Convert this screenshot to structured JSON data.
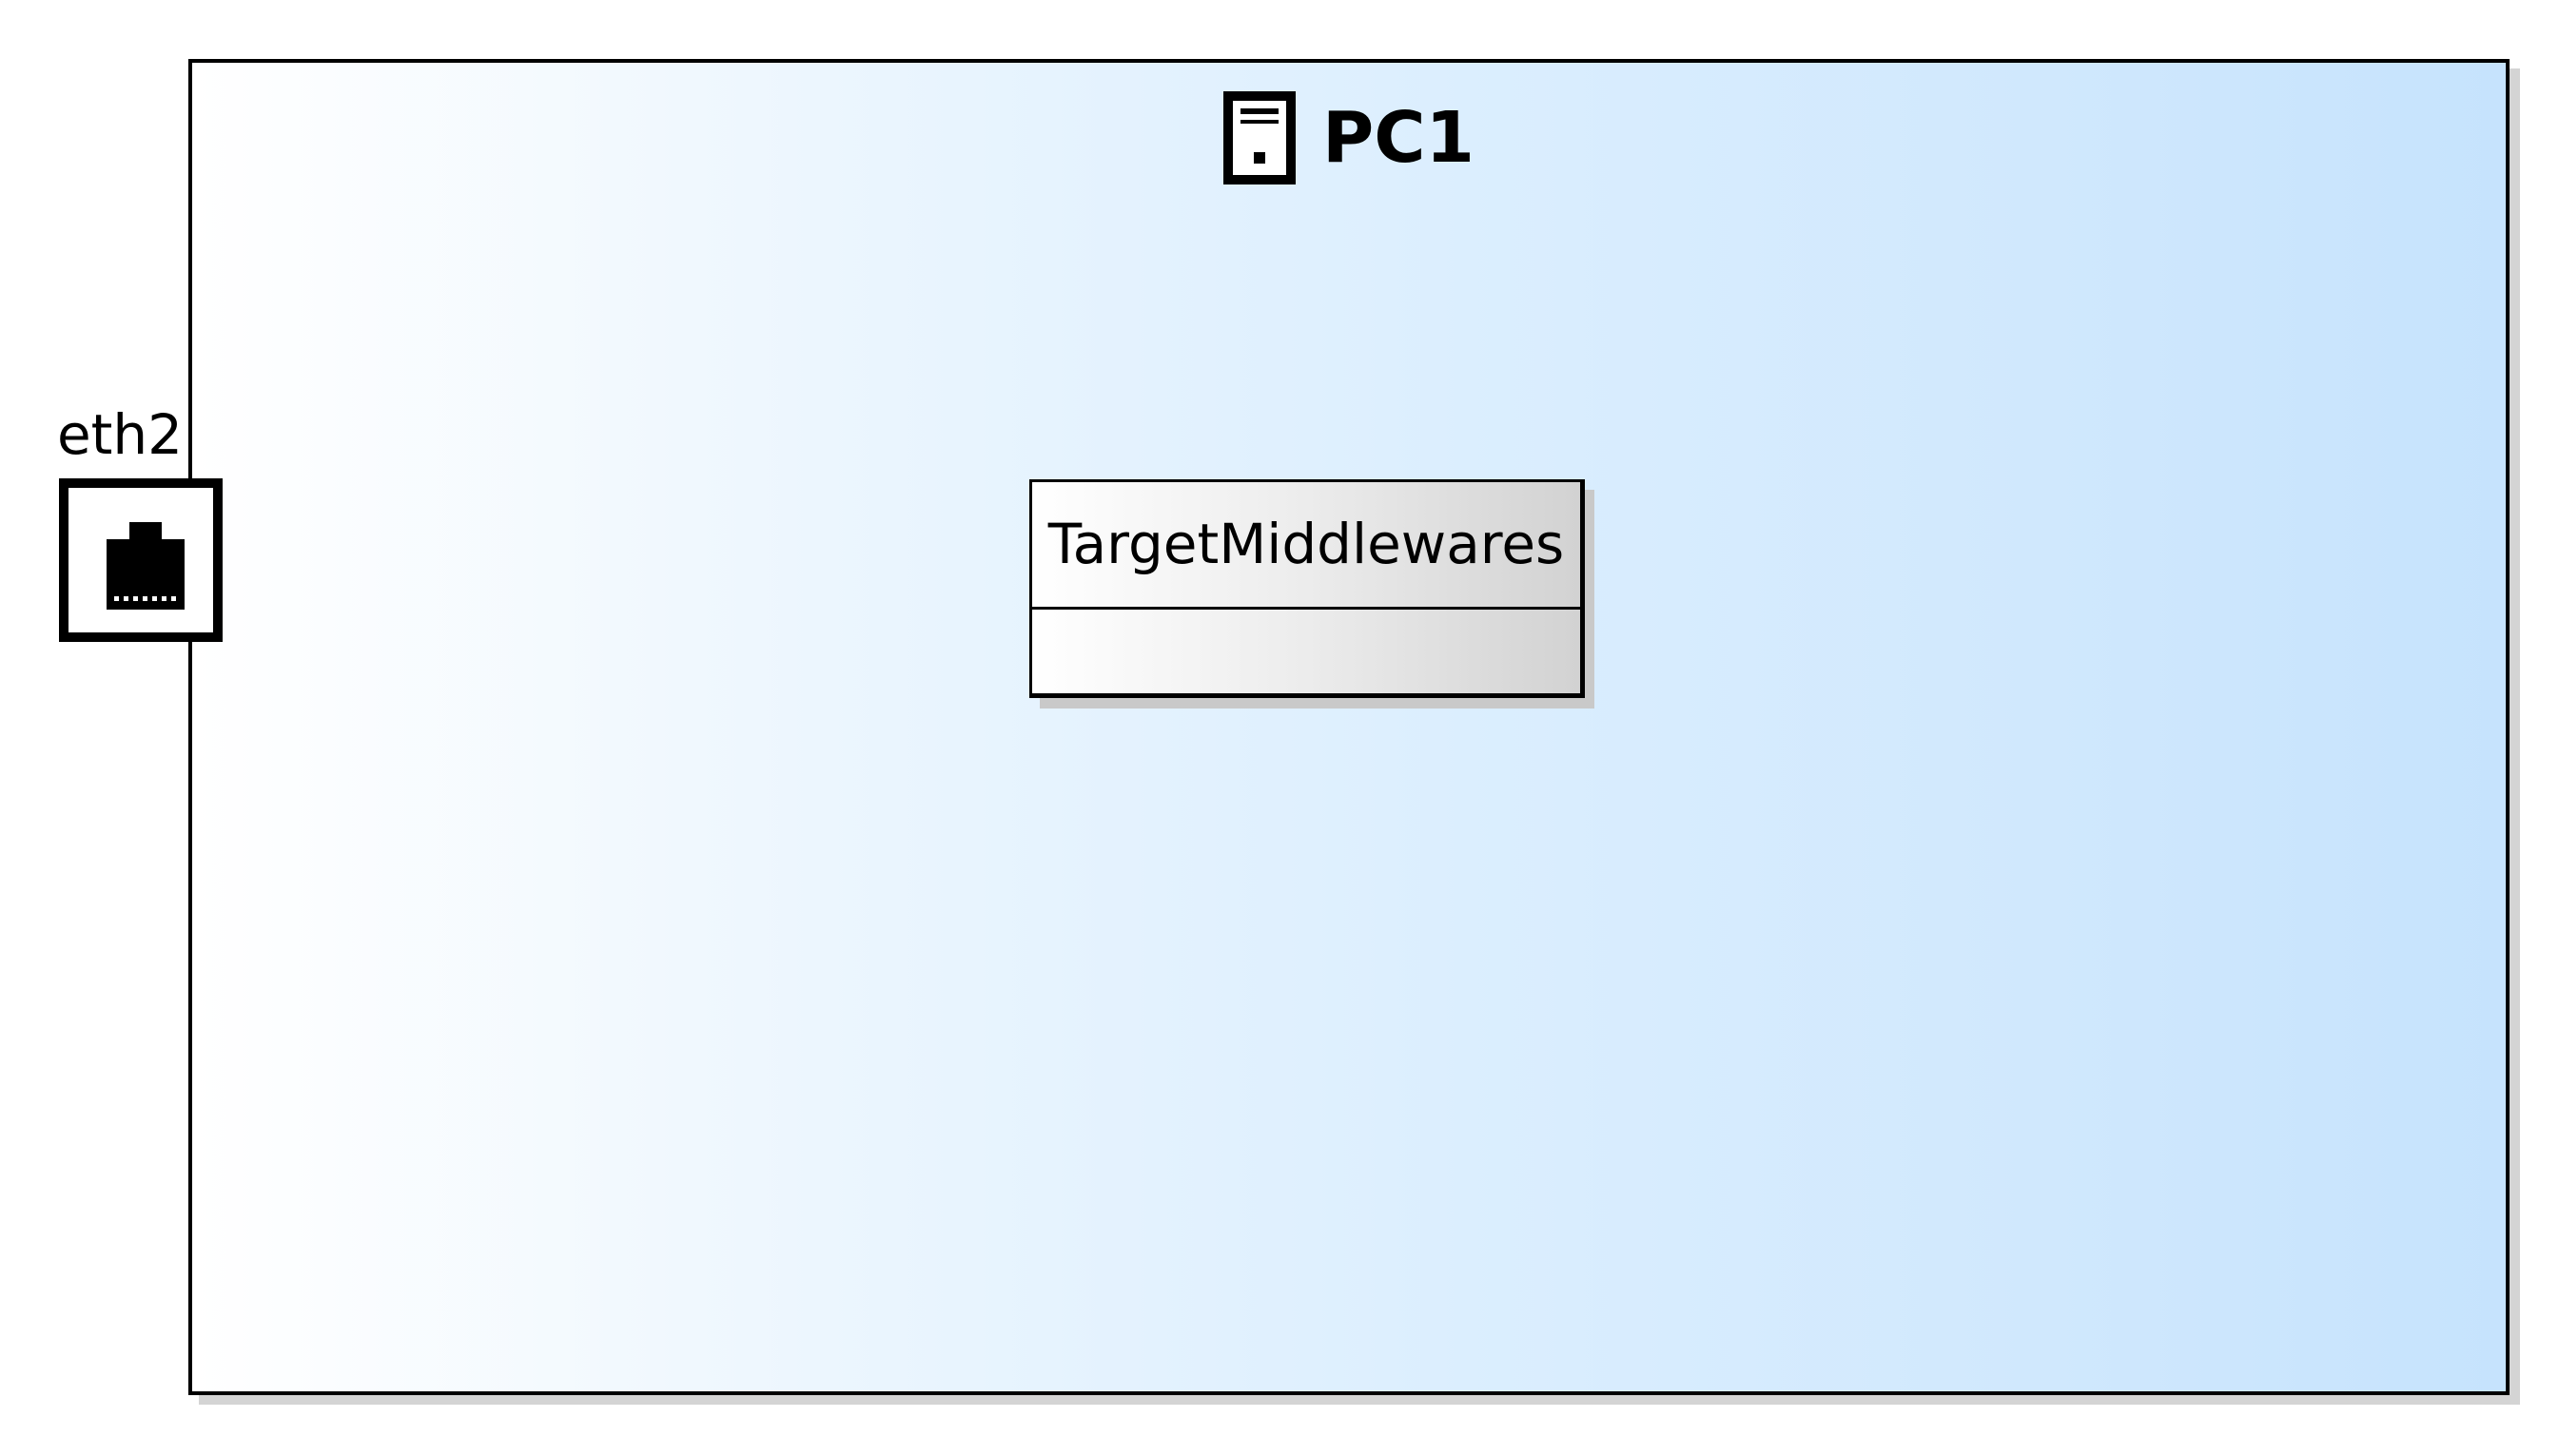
{
  "node": {
    "title": "PC1",
    "icon": "server-icon"
  },
  "port": {
    "label": "eth2",
    "icon": "ethernet-port-icon"
  },
  "component": {
    "name": "TargetMiddlewares"
  },
  "colors": {
    "node_gradient_start": "#ffffff",
    "node_gradient_end": "#c6e3fd",
    "component_gradient_start": "#ffffff",
    "component_gradient_end": "#d2d2d2",
    "stroke": "#000000"
  }
}
